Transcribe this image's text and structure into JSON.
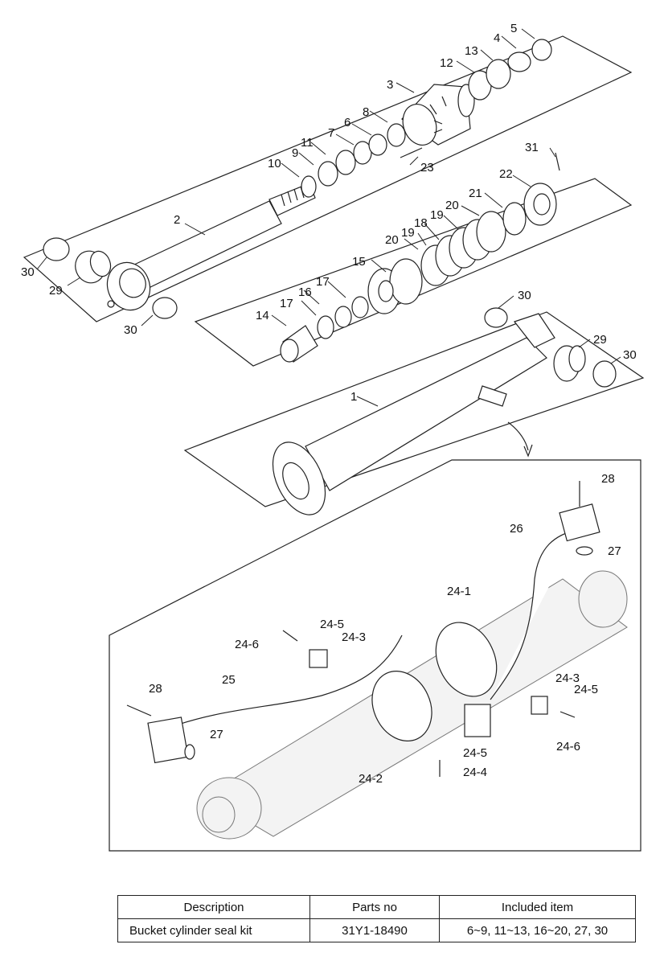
{
  "labels": {
    "p1": "1",
    "p2": "2",
    "p3": "3",
    "p4": "4",
    "p5": "5",
    "p6": "6",
    "p7": "7",
    "p8": "8",
    "p9": "9",
    "p10": "10",
    "p11": "11",
    "p12": "12",
    "p13": "13",
    "p14": "14",
    "p15": "15",
    "p16": "16",
    "p17a": "17",
    "p17b": "17",
    "p18": "18",
    "p19a": "19",
    "p19b": "19",
    "p20a": "20",
    "p20b": "20",
    "p21": "21",
    "p22": "22",
    "p23": "23",
    "p24_1": "24-1",
    "p24_2": "24-2",
    "p24_3a": "24-3",
    "p24_3b": "24-3",
    "p24_4": "24-4",
    "p24_5a": "24-5",
    "p24_5b": "24-5",
    "p24_5c": "24-5",
    "p24_6a": "24-6",
    "p24_6b": "24-6",
    "p25": "25",
    "p26": "26",
    "p27a": "27",
    "p27b": "27",
    "p28a": "28",
    "p28b": "28",
    "p29a": "29",
    "p29b": "29",
    "p30a": "30",
    "p30b": "30",
    "p30c": "30",
    "p30d": "30",
    "p31": "31"
  },
  "table": {
    "headers": [
      "Description",
      "Parts no",
      "Included item"
    ],
    "rows": [
      [
        "Bucket cylinder seal kit",
        "31Y1-18490",
        "6~9, 11~13, 16~20, 27, 30"
      ]
    ]
  }
}
